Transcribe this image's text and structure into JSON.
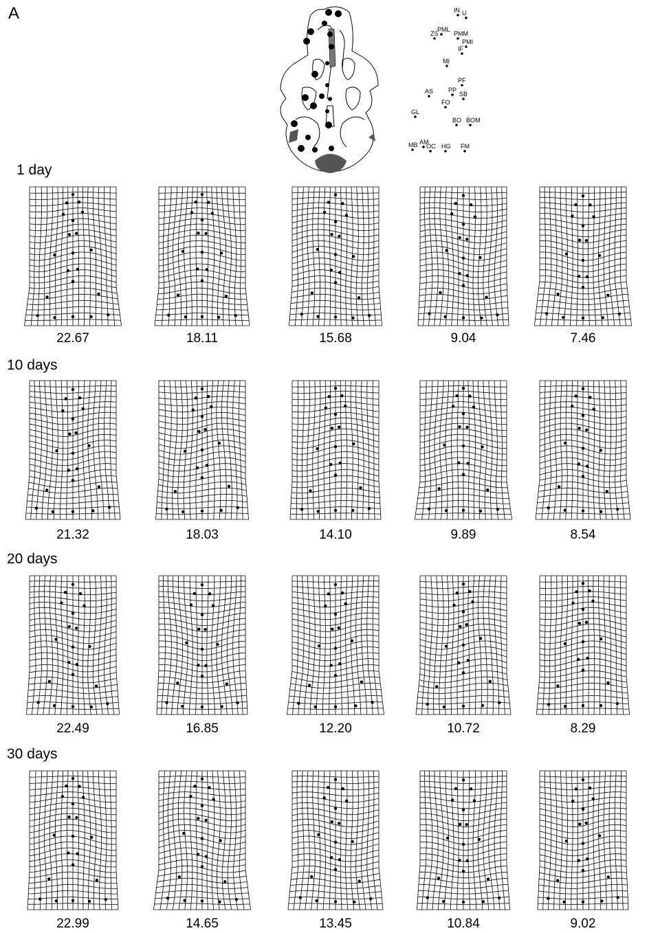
{
  "panel_label": "A",
  "landmarks": [
    "IN",
    "U",
    "PML",
    "ZS",
    "PMM",
    "PMI",
    "IF",
    "MI",
    "PF",
    "AS",
    "PP",
    "SB",
    "FO",
    "GL",
    "BO",
    "BOM",
    "MB",
    "AM",
    "OC",
    "HG",
    "FM"
  ],
  "rows": [
    {
      "age": "1 day",
      "values": [
        "22.67",
        "18.11",
        "15.68",
        "9.04",
        "7.46"
      ]
    },
    {
      "age": "10 days",
      "values": [
        "21.32",
        "18.03",
        "14.10",
        "9.89",
        "8.54"
      ]
    },
    {
      "age": "20 days",
      "values": [
        "22.49",
        "16.85",
        "12.20",
        "10.72",
        "8.29"
      ]
    },
    {
      "age": "30 days",
      "values": [
        "22.99",
        "14.65",
        "13.45",
        "10.84",
        "9.02"
      ]
    }
  ],
  "colors": {
    "ink": "#000000",
    "muscle_fill": "#555555"
  }
}
